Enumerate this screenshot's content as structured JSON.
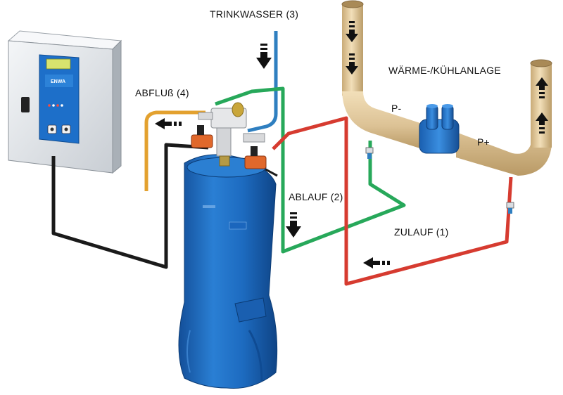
{
  "labels": {
    "trinkwasser": "TRINKWASSER (3)",
    "abfluss": "ABFLUß (4)",
    "ablauf": "ABLAUF (2)",
    "zulauf": "ZULAUF (1)",
    "anlage": "WÄRME-/KÜHLANLAGE",
    "p_minus": "P-",
    "p_plus": "P+"
  },
  "panel_brand": "ENWA",
  "colors": {
    "drinking_water": "#2f7fc0",
    "drain": "#e3a12f",
    "return_line": "#27a85a",
    "supply_line": "#d63b30",
    "cable": "#1a1a1a",
    "system_pipe": "#e8cfa2",
    "vessel": "#1f6fc4",
    "panel": "#e9ecef",
    "valve": "#e0682b"
  },
  "icons": [
    "flow-arrow-down",
    "flow-arrow-left",
    "flow-arrow-up",
    "pump-icon",
    "valve-icon"
  ]
}
